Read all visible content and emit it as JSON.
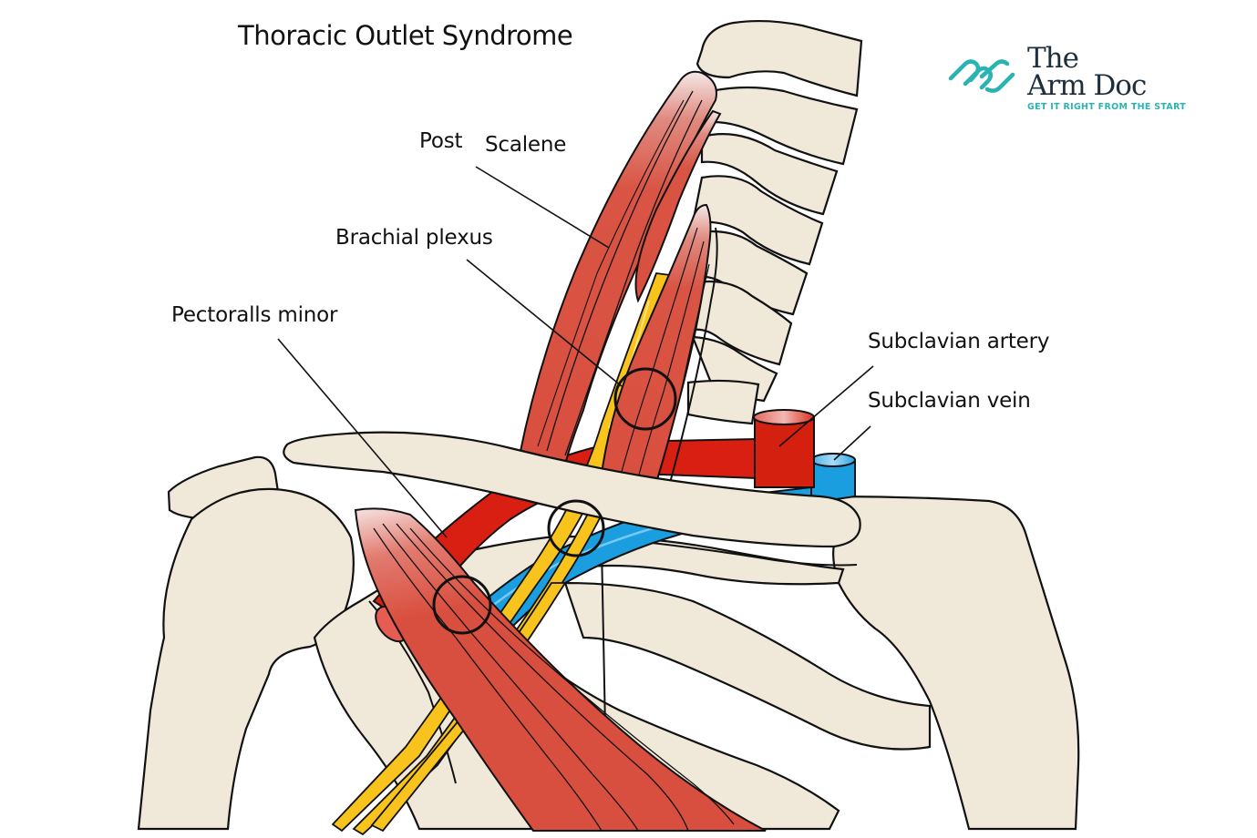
{
  "title": "Thoracic Outlet Syndrome",
  "logo": {
    "line1": "The",
    "line2": "Arm Doc",
    "tagline": "GET IT RIGHT FROM THE START",
    "mark_icon": "double-wave-logo-icon",
    "brand_color": "#2ab3b3",
    "text_color": "#1d2f3d"
  },
  "labels": {
    "post_scalene_prefix": "Post",
    "post_scalene": "Scalene",
    "brachial_plexus": "Brachial plexus",
    "pectoralis_minor": "Pectoralls minor",
    "subclavian_artery": "Subclavian artery",
    "subclavian_vein": "Subclavian vein"
  },
  "colors": {
    "bone": "#f0e9da",
    "muscle": "#d94f3f",
    "artery": "#d91f12",
    "vein": "#1a9ee0",
    "nerve": "#f8c31d",
    "outline": "#111111"
  },
  "compression_sites": [
    "interscalene-triangle",
    "costoclavicular-space",
    "subpectoral-space"
  ]
}
